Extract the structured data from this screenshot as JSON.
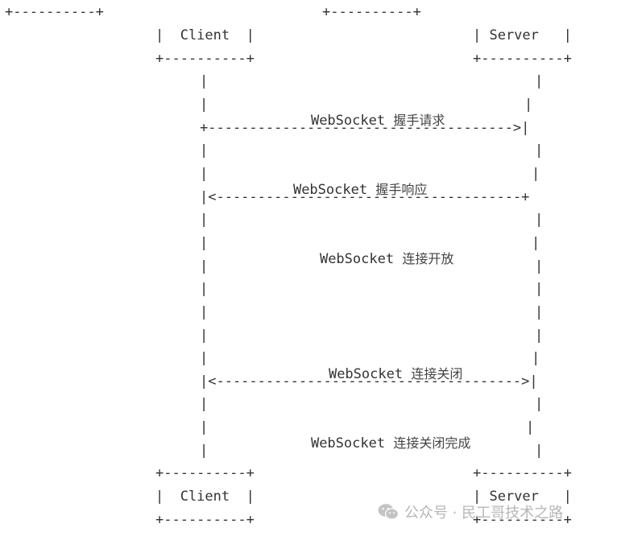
{
  "diagram": {
    "top_left_box_line": "+----------+",
    "top_right_box_line": "+----------+",
    "client_top": "|  Client  |",
    "client_top_border": "+----------+",
    "server_top": "| Server   |",
    "server_top_border": "+----------+",
    "bar": "|",
    "arrow_right_1": "+------------------------------------->|",
    "arrow_left_2": "|<-------------------------------------+",
    "arrow_both_3": "|<------------------------------------->|",
    "client_bottom_border_top": "+----------+",
    "client_bottom": "|  Client  |",
    "client_bottom_border_bottom": "+----------+",
    "server_bottom_border_top": "+----------+",
    "server_bottom": "| Server   |",
    "server_bottom_border_bottom": "+----------+",
    "messages": [
      {
        "mono": "WebSocket",
        "cjk": "握手请求"
      },
      {
        "mono": "WebSocket",
        "cjk": "握手响应"
      },
      {
        "mono": "WebSocket",
        "cjk": "连接开放"
      },
      {
        "mono": "WebSocket",
        "cjk": "连接关闭"
      },
      {
        "mono": "WebSocket",
        "cjk": "连接关闭完成"
      }
    ]
  },
  "watermark": {
    "text": "公众号 · 民工哥技术之路",
    "icon": "wechat-icon"
  }
}
